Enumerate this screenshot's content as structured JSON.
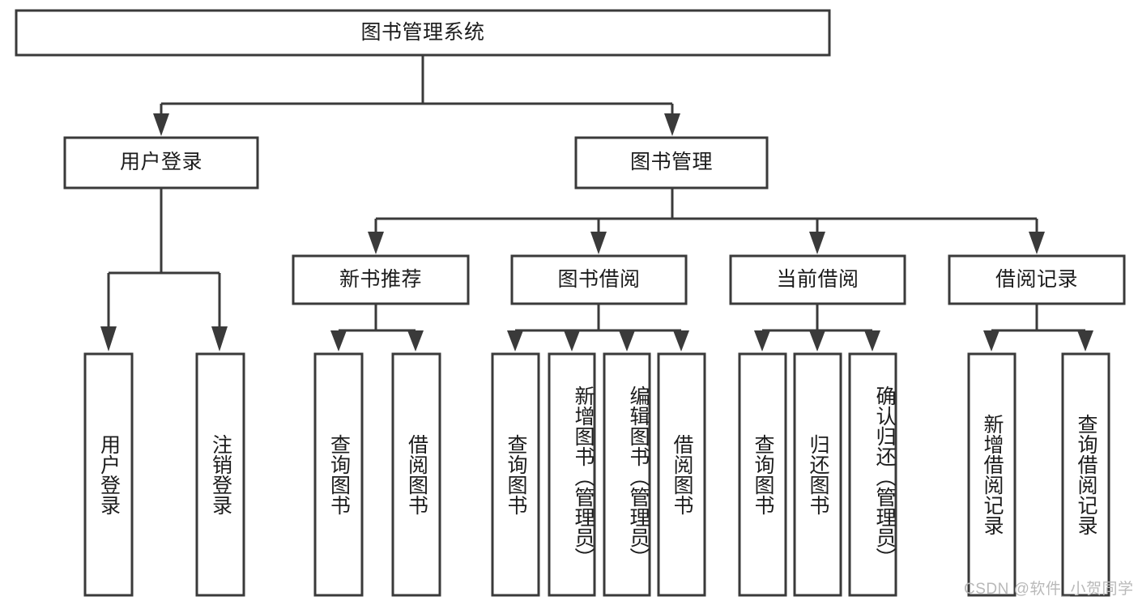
{
  "diagram": {
    "type": "tree-hierarchy",
    "title_node": {
      "label": "图书管理系统",
      "level": 1
    },
    "level2": [
      {
        "label": "用户登录"
      },
      {
        "label": "图书管理"
      }
    ],
    "level3": [
      {
        "label": "新书推荐",
        "parent": "图书管理"
      },
      {
        "label": "图书借阅",
        "parent": "图书管理"
      },
      {
        "label": "当前借阅",
        "parent": "图书管理"
      },
      {
        "label": "借阅记录",
        "parent": "图书管理"
      }
    ],
    "leaves": [
      {
        "label": "用户登录",
        "parent": "用户登录",
        "orientation": "vertical"
      },
      {
        "label": "注销登录",
        "parent": "用户登录",
        "orientation": "vertical"
      },
      {
        "label": "查询图书",
        "parent": "新书推荐",
        "orientation": "vertical"
      },
      {
        "label": "借阅图书",
        "parent": "新书推荐",
        "orientation": "vertical"
      },
      {
        "label": "查询图书",
        "parent": "图书借阅",
        "orientation": "vertical"
      },
      {
        "label": "新增图书（管理员）",
        "parent": "图书借阅",
        "orientation": "vertical"
      },
      {
        "label": "编辑图书（管理员）",
        "parent": "图书借阅",
        "orientation": "vertical"
      },
      {
        "label": "借阅图书",
        "parent": "图书借阅",
        "orientation": "vertical"
      },
      {
        "label": "查询图书",
        "parent": "当前借阅",
        "orientation": "vertical"
      },
      {
        "label": "归还图书",
        "parent": "当前借阅",
        "orientation": "vertical"
      },
      {
        "label": "确认归还（管理员）",
        "parent": "当前借阅",
        "orientation": "vertical"
      },
      {
        "label": "新增借阅记录",
        "parent": "借阅记录",
        "orientation": "vertical"
      },
      {
        "label": "查询借阅记录",
        "parent": "借阅记录",
        "orientation": "vertical"
      }
    ]
  },
  "watermark": {
    "text": "CSDN @软件_小贺同学"
  },
  "colors": {
    "box_stroke": "#3a3a3a",
    "box_fill": "#ffffff",
    "text": "#1c1c1c",
    "background": "#ffffff",
    "watermark": "#b9b9b9"
  }
}
